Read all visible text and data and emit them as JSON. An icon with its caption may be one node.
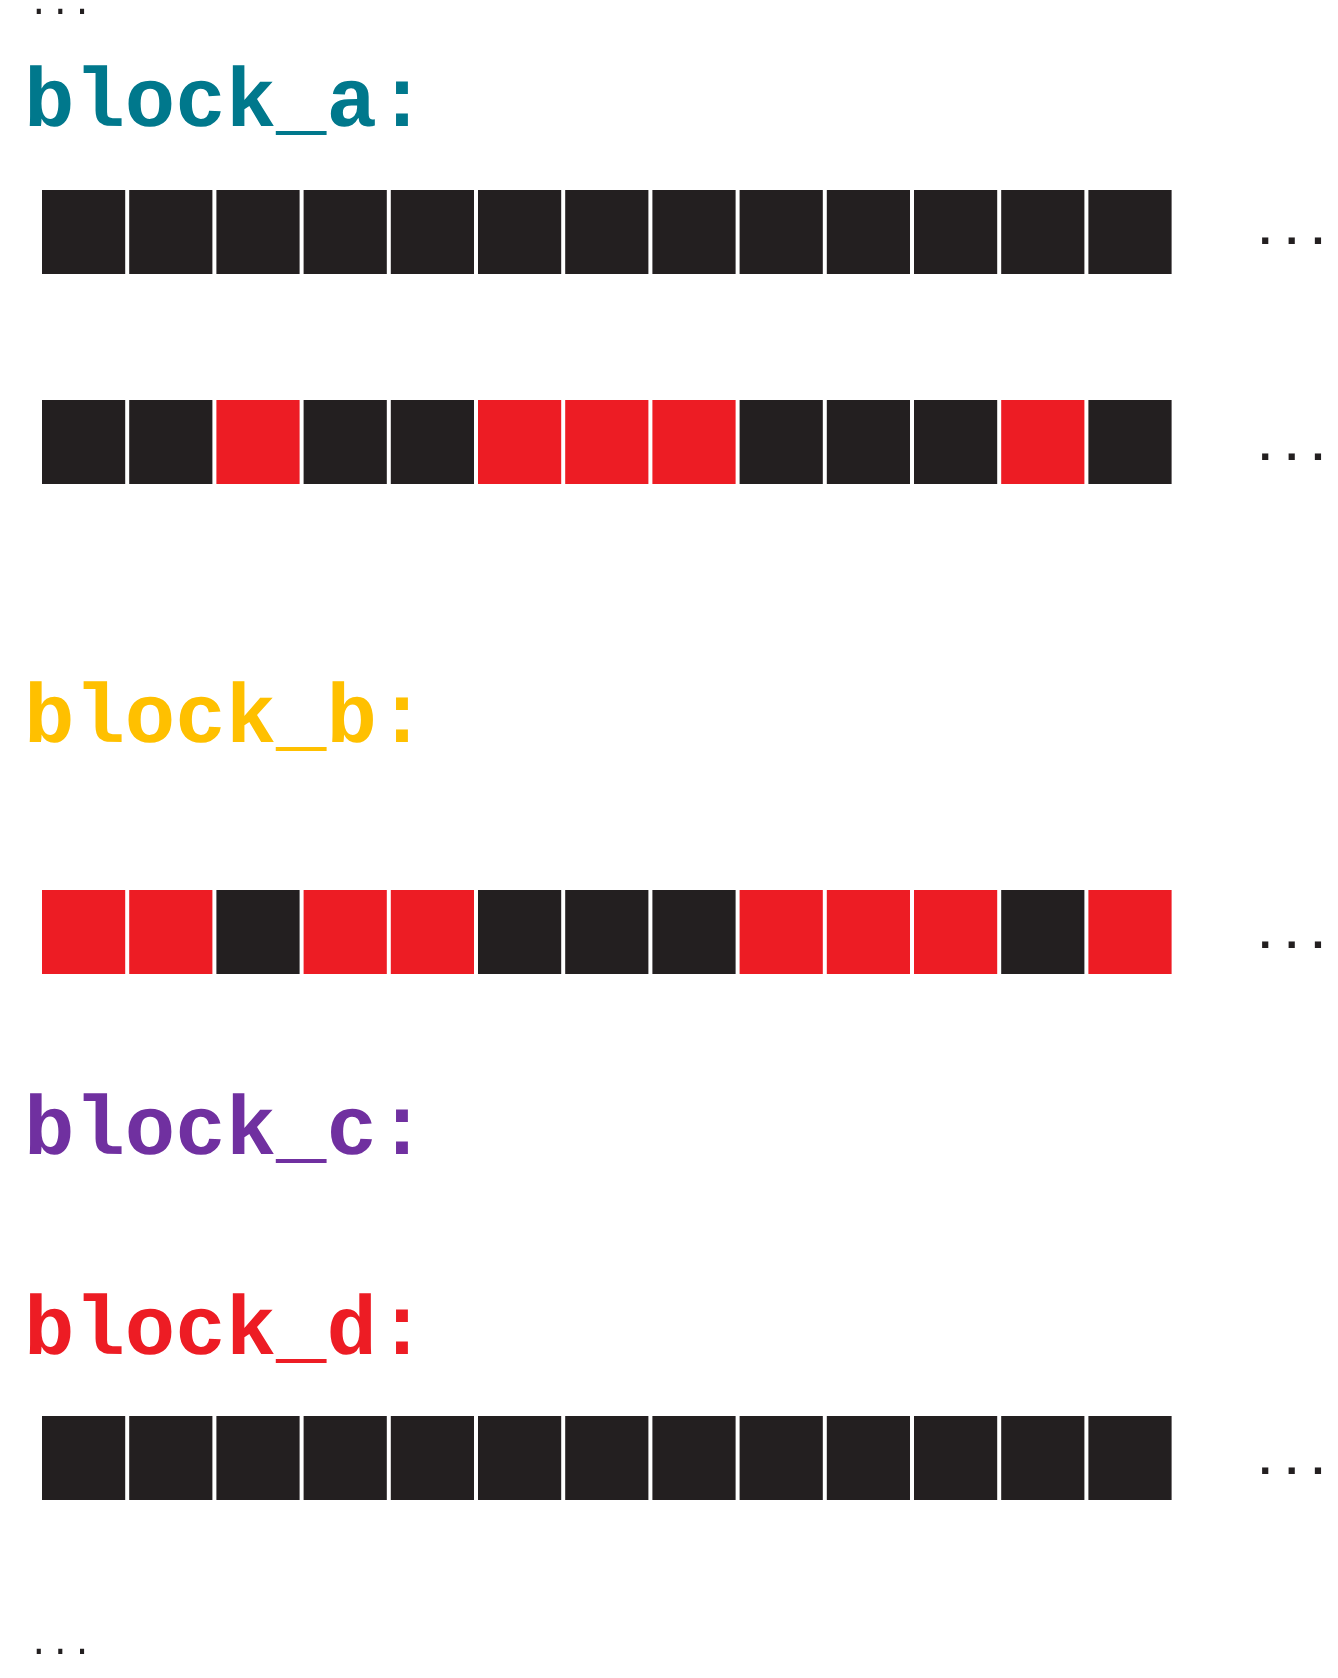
{
  "diagram": {
    "labels": [
      "...",
      "block_a:",
      "...",
      "...",
      "block_b:",
      "...",
      "block_c:",
      "block_d:",
      "...",
      "..."
    ]
  }
}
